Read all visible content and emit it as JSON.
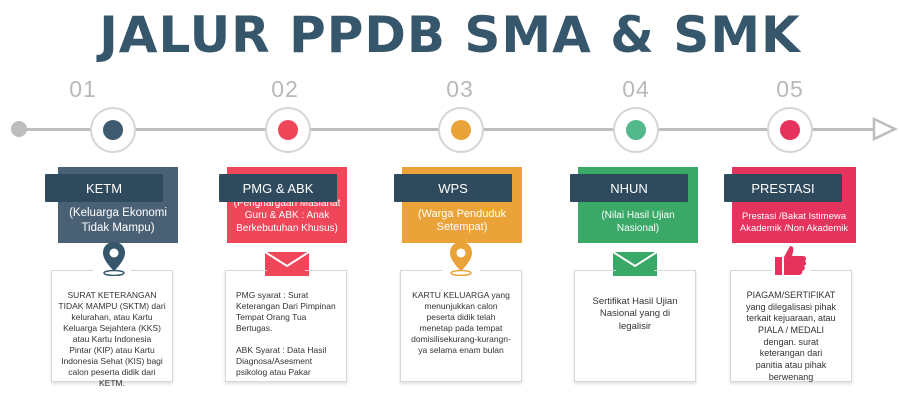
{
  "title": "JALUR PPDB SMA & SMK",
  "steps": [
    {
      "number": "01",
      "label": "KETM",
      "subtitle": "(Keluarga Ekonomi\nTidak Mampu)",
      "icon": "location-pin-icon",
      "description": "SURAT KETERANGAN\nTIDAK MAMPU (SKTM) dari\nkelurahan, atau  Kartu\nKeluarga Sejahtera (KKS)\natau Kartu Indonesia\nPintar (KIP) atau Kartu\nIndonesia Sehat (KIS) bagi\ncalon peserta didik dari\nKETM.",
      "color": "#4a6075",
      "bar_color": "#2f4a5d"
    },
    {
      "number": "02",
      "label": "PMG & ABK",
      "subtitle": "(Penghargaan Maslahat\nGuru & ABK : Anak\nBerkebutuhan Khusus)",
      "icon": "envelope-icon",
      "description": "PMG syarat : Surat\nKeterangan Dari Pimpinan\nTempat Orang Tua\nBertugas.\n\nABK Syarat : Data Hasil\nDiagnosa/Asesment\npsikolog atau Pakar",
      "color": "#ef4659",
      "bar_color": "#2f4a5d"
    },
    {
      "number": "03",
      "label": "WPS",
      "subtitle": "(Warga Penduduk\nSetempat)",
      "icon": "location-pin-icon",
      "description": "KARTU KELUARGA yang\nmenunjukkan calon\npeserta didik telah\nmenetap pada tempat\ndomisilisekurang-kurangn-\nya selama enam bulan",
      "color": "#eaa338",
      "bar_color": "#2f4a5d"
    },
    {
      "number": "04",
      "label": "NHUN",
      "subtitle": "(Nilai Hasil Ujian\nNasional)",
      "icon": "envelope-icon",
      "description": "Sertifikat Hasil Ujian\nNasional yang di\nlegalisir",
      "color": "#3aa866",
      "bar_color": "#2f4a5d"
    },
    {
      "number": "05",
      "label": "PRESTASI",
      "subtitle": "Prestasi /Bakat Istimewa\nAkademik /Non Akademik",
      "icon": "thumbs-up-icon",
      "description": "PIAGAM/SERTIFIKAT\nyang dilegalisasi pihak\nterkait kejuaraan, atau\nPIALA / MEDALI\ndengan. surat\nketerangan dari\npanitia atau pihak\nberwenang",
      "color": "#e6335d",
      "bar_color": "#2f4a5d"
    }
  ],
  "colors": {
    "title": "#35566b",
    "ring_inner": [
      "#3d5a6e",
      "#ef4659",
      "#eaa338",
      "#52b98a",
      "#e6335d"
    ]
  }
}
